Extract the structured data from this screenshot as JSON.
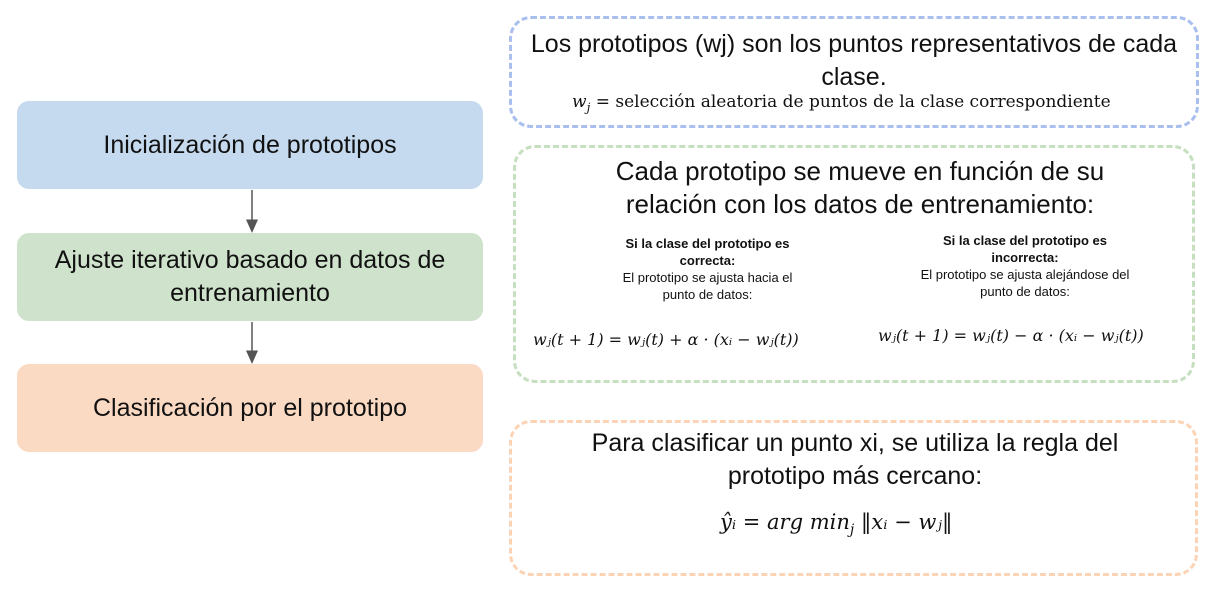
{
  "steps": [
    {
      "label": "Inicialización de prototipos"
    },
    {
      "label": "Ajuste iterativo basado en datos de entrenamiento"
    },
    {
      "label": "Clasificación por el prototipo"
    }
  ],
  "init_panel": {
    "description": "Los prototipos (wj) son los puntos representativos de cada clase.",
    "formula_lhs": "w",
    "formula_sub": "j",
    "formula_rhs": "= selección aleatoria de puntos de la clase correspondiente"
  },
  "adjust_panel": {
    "description": "Cada prototipo se mueve en función de su relación con los datos de entrenamiento:",
    "correct": {
      "title": "Si la clase del prototipo es correcta:",
      "text": "El prototipo se ajusta hacia el punto de datos:",
      "formula": "wⱼ(t + 1) = wⱼ(t) + α · (xᵢ − wⱼ(t))"
    },
    "incorrect": {
      "title": "Si la clase del prototipo es incorrecta:",
      "text": "El prototipo se ajusta alejándose del punto de datos:",
      "formula": "wⱼ(t + 1) = wⱼ(t) − α · (xᵢ − wⱼ(t))"
    }
  },
  "classify_panel": {
    "description": "Para clasificar un punto xi, se utiliza la regla del prototipo más cercano:",
    "formula_lhs": "ŷᵢ = arg min",
    "formula_sub": "j",
    "formula_rhs": "‖xᵢ − wⱼ‖"
  },
  "colors": {
    "init": "#c5daee",
    "adjust": "#cfe3cc",
    "classify": "#fbdac4",
    "init_border": "#a9bfee",
    "adjust_border": "#c6dfc0",
    "classify_border": "#fcd3b5"
  }
}
